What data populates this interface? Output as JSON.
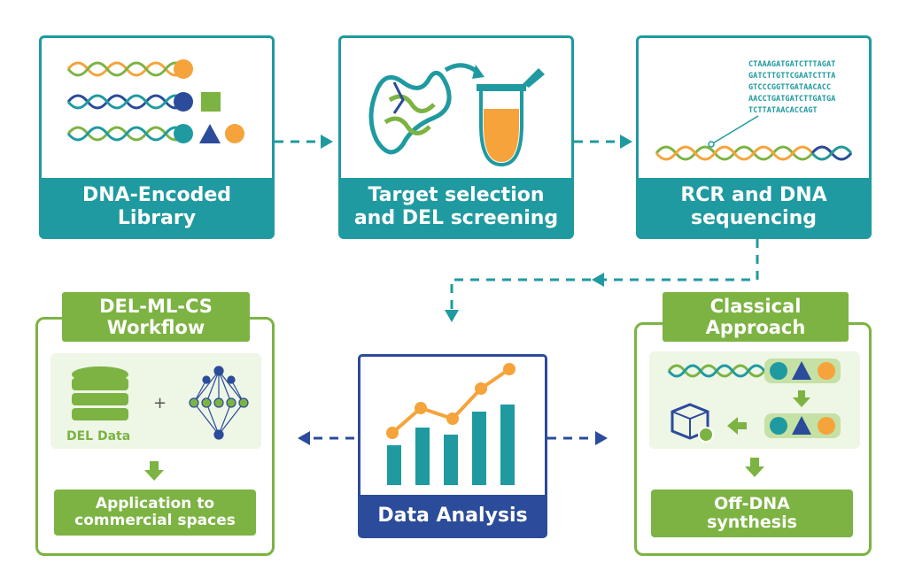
{
  "steps": {
    "del_library": "DNA-Encoded\nLibrary",
    "target_selection": "Target selection\nand DEL screening",
    "pcr_sequencing": "RCR and DNA\nsequencing"
  },
  "sequence_lines": [
    "CTAAAGATGATCTTTAGAT",
    "GATCTTGTTCGAATCTTTA",
    "GTCCCGGTTGATAACACC",
    "AACCTGATGATCTTGATGA",
    "TCTTATAACACCAGT"
  ],
  "data_analysis": "Data Analysis",
  "del_ml_cs": {
    "title": "DEL-ML-CS\nWorkflow",
    "del_data_label": "DEL Data",
    "plus": "+",
    "application": "Application to\ncommercial spaces"
  },
  "classical": {
    "title": "Classical\nApproach",
    "off_dna": "Off-DNA\nsynthesis"
  },
  "colors": {
    "teal": "#1f9aa0",
    "green": "#7cb342",
    "navy": "#2b4b9b",
    "orange": "#f5a33a"
  },
  "icons": [
    "dna-helix-icon",
    "protein-icon",
    "tube-icon",
    "database-icon",
    "neural-network-icon",
    "chart-icon",
    "package-icon"
  ]
}
